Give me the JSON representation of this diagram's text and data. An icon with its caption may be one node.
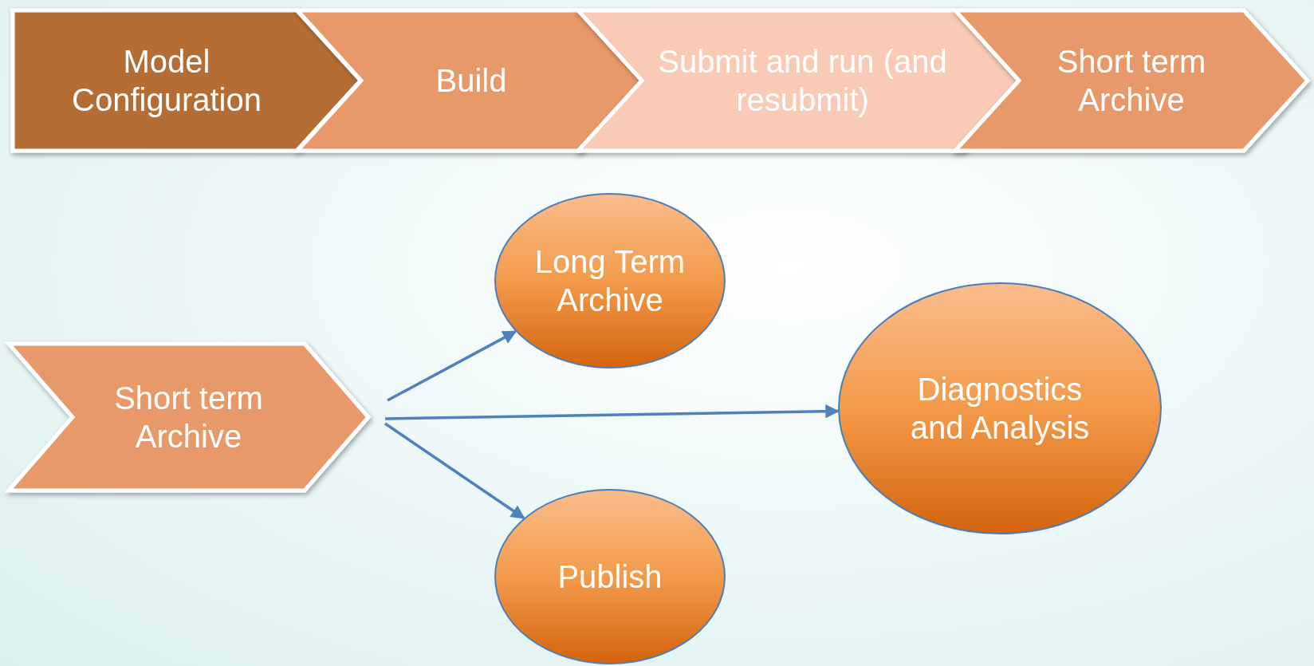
{
  "diagram": {
    "nodes": [
      {
        "text": [
          "Model Configuration"
        ]
      },
      {
        "text": [
          "Build"
        ]
      },
      {
        "text": [
          "Submit and run (and resubmit)"
        ]
      },
      {
        "text": [
          "Short term Archive"
        ]
      },
      {
        "text": [
          "Short term Archive"
        ]
      },
      {
        "text": [
          "Long Term Archive"
        ]
      },
      {
        "text": [
          "Diagnostics and Analysis"
        ]
      },
      {
        "text": [
          "Publish"
        ]
      }
    ],
    "edges": [
      {
        "from": 4,
        "to": 5,
        "arrow": "to"
      },
      {
        "from": 4,
        "to": 6,
        "arrow": "to"
      },
      {
        "from": 4,
        "to": 7,
        "arrow": "to"
      }
    ]
  }
}
